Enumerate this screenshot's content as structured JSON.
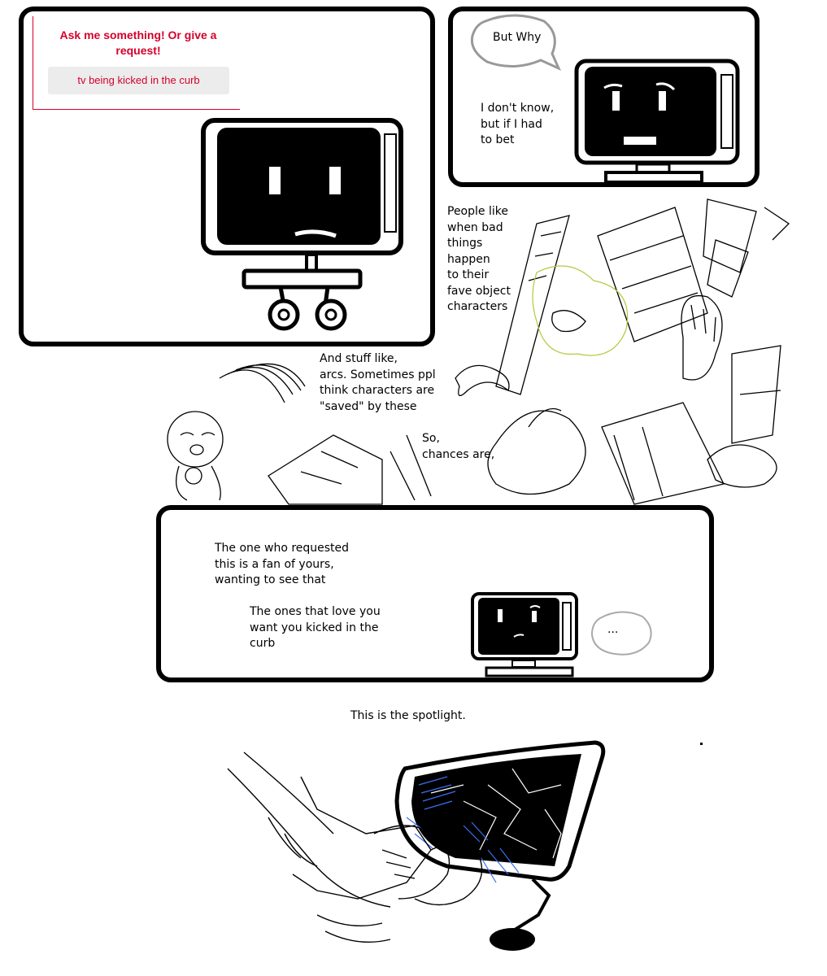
{
  "panel1": {
    "ask_title": "Ask me something! Or give a request!",
    "request_text": "tv being kicked in the curb"
  },
  "panel2": {
    "bubble_text": "But Why",
    "reply_text": "I don't know,\nbut if I had\nto bet"
  },
  "narration": {
    "people_like": "People like\nwhen bad\nthings\nhappen\nto their\nfave object\ncharacters",
    "arcs": "And stuff like,\narcs. Sometimes ppl\nthink characters are\n\"saved\" by these",
    "chances": "So,\nchances are,"
  },
  "panel3": {
    "fan_text": "The one who requested\nthis is a fan of yours,\nwanting to see that",
    "love_text": "The ones that love you\nwant you kicked in the\ncurb",
    "ellipsis": "..."
  },
  "spotlight": "This is the spotlight.",
  "colors": {
    "accent_red": "#d4002a",
    "input_bg": "#ececec",
    "ink": "#000000"
  },
  "icons": [
    "tv-character-icon",
    "speech-bubble-icon",
    "thought-bubble-icon"
  ]
}
